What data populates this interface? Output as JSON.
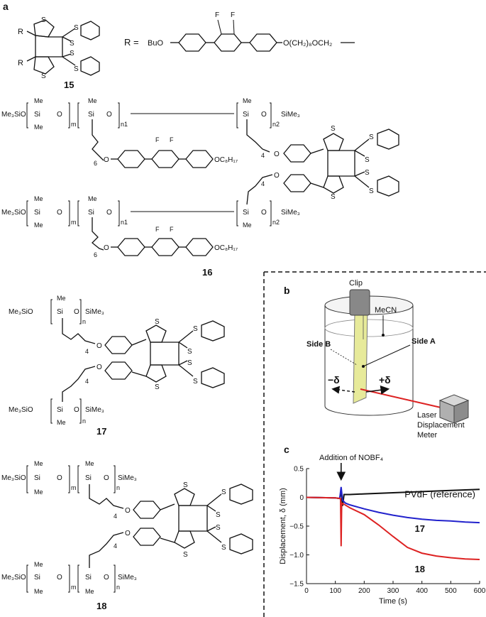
{
  "panels": {
    "a": "a",
    "b": "b",
    "c": "c"
  },
  "compounds": {
    "c15": "15",
    "c16": "16",
    "c17": "17",
    "c18": "18"
  },
  "substituent": {
    "r1": "R",
    "r2": "R",
    "r_eq": "R =",
    "buo": "BuO",
    "tail": "O(CH₂)₈OCH₂"
  },
  "atoms": {
    "S": "S",
    "F": "F",
    "O": "O",
    "Me": "Me",
    "Si": "Si",
    "Me3SiO": "Me₃SiO",
    "SiMe3": "SiMe₃",
    "OC8H17": "OC₈H₁₇",
    "m": "m",
    "n": "n",
    "n1": "n1",
    "n2": "n2",
    "six": "6",
    "four": "4"
  },
  "setup": {
    "clip": "Clip",
    "mecn": "MeCN",
    "side_a": "Side A",
    "side_b": "Side B",
    "minus_delta": "−δ",
    "plus_delta": "+δ",
    "laser": [
      "Laser",
      "Displacement",
      "Meter"
    ]
  },
  "chart_data": {
    "type": "line",
    "title": "",
    "xlabel": "Time (s)",
    "ylabel": "Displacement, δ (mm)",
    "xlim": [
      0,
      600
    ],
    "ylim": [
      -1.5,
      0.5
    ],
    "xticks": [
      0,
      100,
      200,
      300,
      400,
      500,
      600
    ],
    "yticks": [
      0.5,
      0,
      -0.5,
      -1.0,
      -1.5
    ],
    "ytick_labels": [
      "0.5",
      "0",
      "−0.5",
      "−1.0",
      "−1.5"
    ],
    "annotation": "Addition of NOBF₄",
    "annotation_x": 120,
    "series": [
      {
        "name": "PVdF (reference)",
        "color": "#111111",
        "x": [
          0,
          100,
          115,
          120,
          125,
          130,
          150,
          200,
          300,
          400,
          500,
          600
        ],
        "y": [
          0,
          -0.01,
          -0.02,
          0.12,
          -0.15,
          0.05,
          0.05,
          0.06,
          0.08,
          0.1,
          0.12,
          0.14
        ]
      },
      {
        "name": "17",
        "color": "#2222cc",
        "x": [
          0,
          100,
          115,
          120,
          125,
          135,
          150,
          200,
          250,
          300,
          350,
          400,
          450,
          500,
          550,
          600
        ],
        "y": [
          0,
          -0.01,
          -0.02,
          0.18,
          -0.05,
          -0.1,
          -0.13,
          -0.2,
          -0.26,
          -0.31,
          -0.35,
          -0.38,
          -0.4,
          -0.41,
          -0.43,
          -0.44
        ]
      },
      {
        "name": "18",
        "color": "#dd2222",
        "x": [
          0,
          100,
          118,
          120,
          122,
          130,
          150,
          200,
          250,
          300,
          350,
          400,
          450,
          500,
          550,
          600
        ],
        "y": [
          0,
          -0.01,
          -0.02,
          -0.85,
          -0.1,
          -0.12,
          -0.18,
          -0.3,
          -0.48,
          -0.68,
          -0.87,
          -0.97,
          -1.02,
          -1.05,
          -1.07,
          -1.08
        ]
      }
    ]
  }
}
